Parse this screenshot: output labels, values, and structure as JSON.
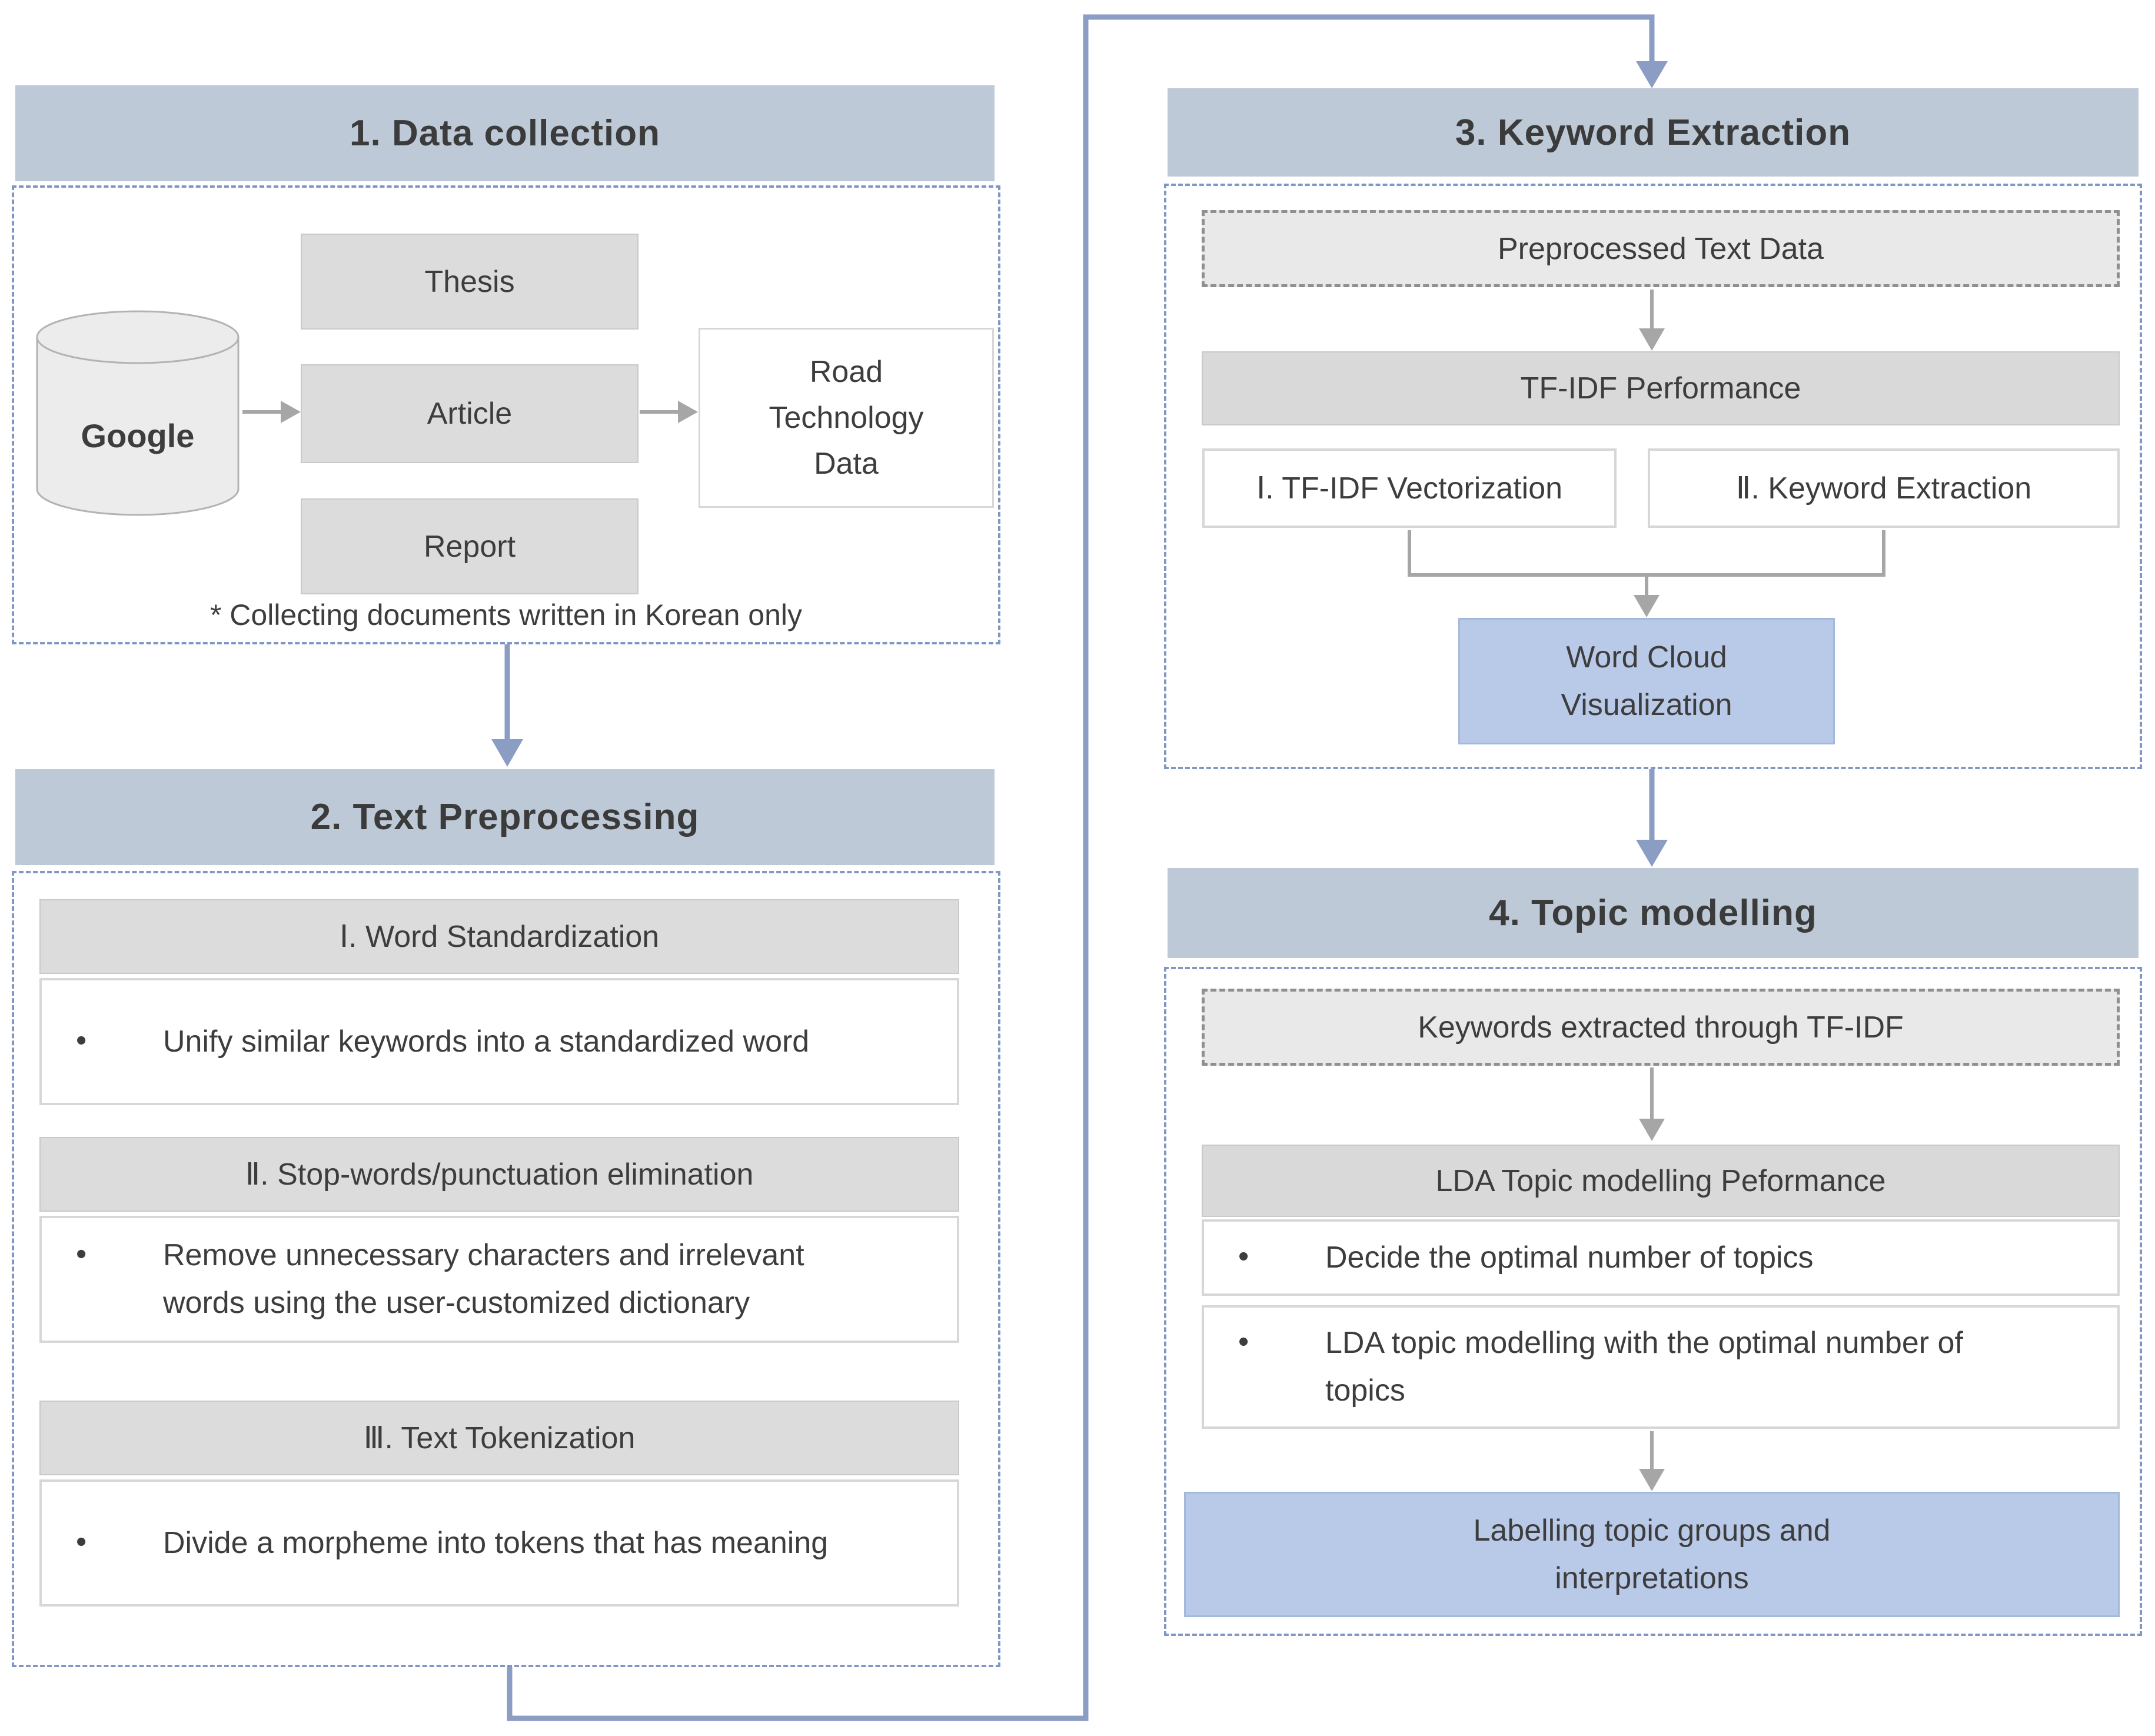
{
  "colors": {
    "header_fill": "#bdc9d7",
    "section_border": "#8096c3",
    "sub_bar_fill": "#dcdcdc",
    "data_box_fill": "#e9e9e9",
    "data_box_border": "#8f8f8f",
    "blue_box_fill": "#b9c9e8",
    "blue_box_border": "#a3b8dd",
    "gray_arrow": "#a6a6a6",
    "blue_arrow": "#8b9dc3",
    "text": "#3d3d3d"
  },
  "sections": {
    "data_collection": {
      "title": "1. Data collection",
      "source_label": "Google",
      "doc_types": [
        "Thesis",
        "Article",
        "Report"
      ],
      "output_label": "Road Technology Data",
      "note": "* Collecting documents written in Korean only"
    },
    "text_preprocessing": {
      "title": "2. Text Preprocessing",
      "steps": [
        {
          "heading": "Ⅰ. Word Standardization",
          "bullet": "Unify similar keywords into a standardized word"
        },
        {
          "heading": "Ⅱ. Stop-words/punctuation elimination",
          "bullet": "Remove unnecessary characters and irrelevant words using the user-customized dictionary"
        },
        {
          "heading": "Ⅲ. Text Tokenization",
          "bullet": "Divide a morpheme into tokens that has meaning"
        }
      ]
    },
    "keyword_extraction": {
      "title": "3. Keyword Extraction",
      "input_label": "Preprocessed Text Data",
      "process_label": "TF-IDF Performance",
      "sub_steps": [
        "Ⅰ. TF-IDF Vectorization",
        "Ⅱ. Keyword Extraction"
      ],
      "output_label": "Word Cloud Visualization"
    },
    "topic_modelling": {
      "title": "4. Topic modelling",
      "input_label": "Keywords extracted through TF-IDF",
      "process_label": "LDA Topic modelling Peformance",
      "bullets": [
        "Decide the optimal number of topics",
        "LDA topic modelling with the optimal number of topics"
      ],
      "output_label": "Labelling topic groups and interpretations"
    }
  }
}
